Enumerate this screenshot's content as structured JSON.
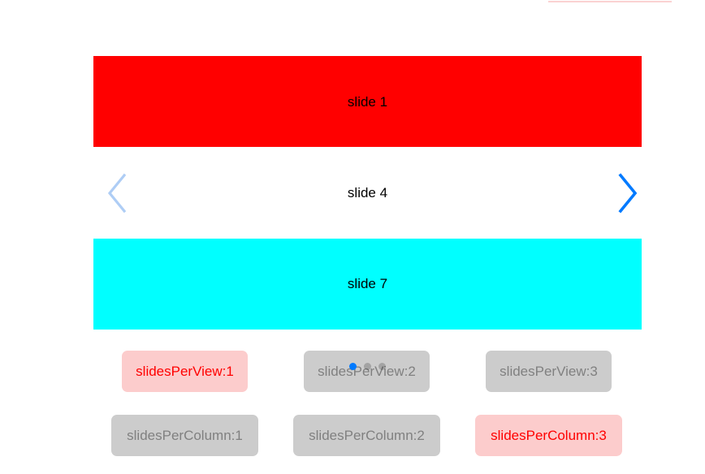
{
  "page": {
    "background_color": "#ffffff",
    "top_rule_color": "#fbd2d2"
  },
  "carousel": {
    "slides": [
      {
        "label": "slide 1",
        "color": "#ff0000",
        "variant": "red"
      },
      {
        "label": "slide 4",
        "color": "#ffffff",
        "variant": "white"
      },
      {
        "label": "slide 7",
        "color": "#00ffff",
        "variant": "cyan"
      }
    ],
    "nav": {
      "prev_icon": "chevron-left-icon",
      "next_icon": "chevron-right-icon",
      "prev_color": "#aecdf5",
      "next_color": "#007aff",
      "prev_disabled": true,
      "next_disabled": false
    },
    "pagination": {
      "active_index": 0,
      "count": 3,
      "active_color": "#007aff",
      "inactive_color": "rgba(0,0,0,0.2)"
    }
  },
  "controls": {
    "active_color_bg": "#fccccc",
    "active_color_text": "#ff0000",
    "inactive_color_bg": "#cccccc",
    "inactive_color_text": "#808080",
    "rows": [
      {
        "name": "slides-per-view",
        "buttons": [
          {
            "label": "slidesPerView:1",
            "active": true
          },
          {
            "label": "slidesPerView:2",
            "active": false
          },
          {
            "label": "slidesPerView:3",
            "active": false
          }
        ]
      },
      {
        "name": "slides-per-column",
        "buttons": [
          {
            "label": "slidesPerColumn:1",
            "active": false
          },
          {
            "label": "slidesPerColumn:2",
            "active": false
          },
          {
            "label": "slidesPerColumn:3",
            "active": true
          }
        ]
      }
    ]
  }
}
